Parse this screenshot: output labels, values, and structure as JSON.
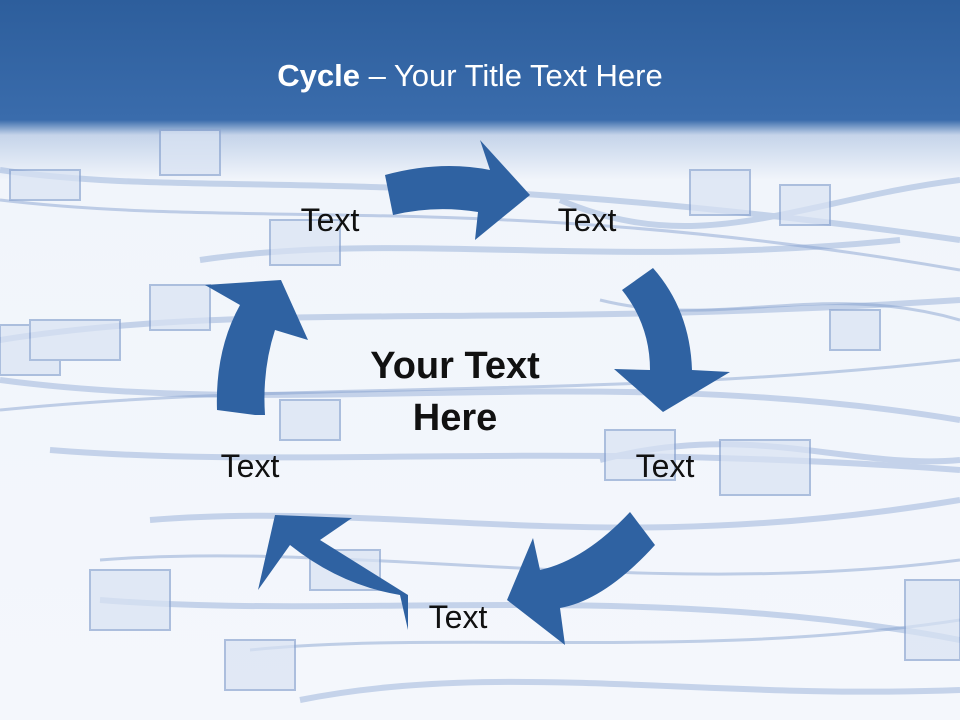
{
  "slide": {
    "title_bold": "Cycle",
    "title_rest": " – Your Title Text Here",
    "center_text": "Your Text Here",
    "nodes": [
      {
        "label": "Text"
      },
      {
        "label": "Text"
      },
      {
        "label": "Text"
      },
      {
        "label": "Text"
      },
      {
        "label": "Text"
      }
    ]
  },
  "colors": {
    "header": "#2d5e9c",
    "arrow": "#2f62a2",
    "background": "#f1f5fb",
    "cable": "#8fa9d4"
  },
  "background_image": "usb-cables-graphic"
}
